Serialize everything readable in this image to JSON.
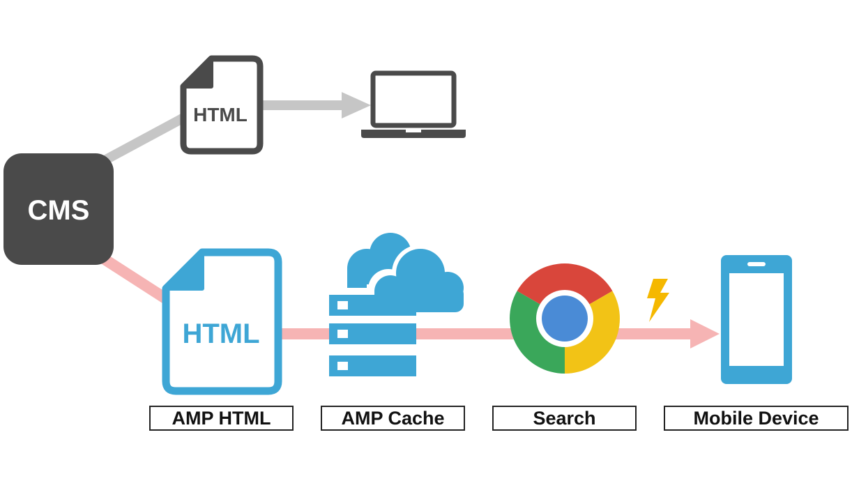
{
  "cms": {
    "label": "CMS"
  },
  "html_doc": {
    "label": "HTML"
  },
  "amp_doc": {
    "label": "HTML"
  },
  "labels": {
    "amp_html": "AMP HTML",
    "amp_cache": "AMP Cache",
    "search": "Search",
    "mobile_device": "Mobile Device"
  },
  "colors": {
    "dark": "#4a4a4a",
    "gray_path": "#c6c6c6",
    "pink_path": "#f6b4b4",
    "blue": "#3ea6d5",
    "bolt": "#f5b800",
    "chrome_red": "#d9463b",
    "chrome_green": "#3aa75a",
    "chrome_yellow": "#f2c316",
    "chrome_blue": "#4a8bd6"
  },
  "icons": [
    "laptop-icon",
    "cloud-server-icon",
    "chrome-icon",
    "lightning-icon",
    "smartphone-icon",
    "html-document-icon"
  ]
}
